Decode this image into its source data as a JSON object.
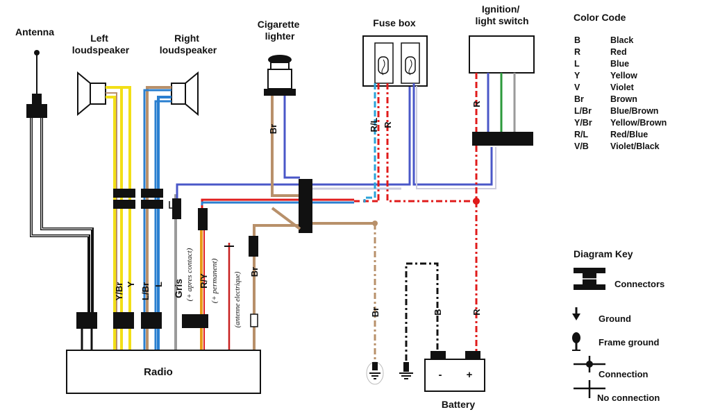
{
  "components": {
    "antenna": "Antenna",
    "left_speaker": [
      "Left",
      "loudspeaker"
    ],
    "right_speaker": [
      "Right",
      "loudspeaker"
    ],
    "cigarette_lighter": [
      "Cigarette",
      "lighter"
    ],
    "fuse_box": "Fuse box",
    "ignition_switch": [
      "Ignition/",
      "light switch"
    ],
    "radio": "Radio",
    "battery": "Battery",
    "battery_minus": "-",
    "battery_plus": "+"
  },
  "color_code": {
    "title": "Color Code",
    "entries": [
      {
        "code": "B",
        "name": "Black"
      },
      {
        "code": "R",
        "name": "Red"
      },
      {
        "code": "L",
        "name": "Blue"
      },
      {
        "code": "Y",
        "name": "Yellow"
      },
      {
        "code": "V",
        "name": "Violet"
      },
      {
        "code": "Br",
        "name": "Brown"
      },
      {
        "code": "L/Br",
        "name": "Blue/Brown"
      },
      {
        "code": "Y/Br",
        "name": "Yellow/Brown"
      },
      {
        "code": "R/L",
        "name": "Red/Blue"
      },
      {
        "code": "V/B",
        "name": "Violet/Black"
      }
    ]
  },
  "diagram_key": {
    "title": "Diagram Key",
    "connectors": "Connectors",
    "ground": "Ground",
    "frame_ground": "Frame ground",
    "connection": "Connection",
    "no_connection": "No connection"
  },
  "wire_labels": {
    "y_br": "Y/Br",
    "y": "Y",
    "l_br": "L/Br",
    "l": "L",
    "gris": "Gris",
    "apres_contact": "(+ apres contact)",
    "r_y": "R/Y",
    "permanent": "(+ permanent)",
    "antenne": "(antenne electrique)",
    "br_radio": "Br",
    "br_lighter": "Br",
    "r_l": "R/L",
    "r_fuse": "R",
    "r_switch": "R",
    "br_ground": "Br",
    "b_battery": "B",
    "r_battery": "R"
  },
  "wire_colors": {
    "black": "#1a1a1a",
    "red": "#e01b1b",
    "blue": "#2a7fd0",
    "violet": "#4a57c8",
    "yellow": "#f2df17",
    "brown": "#b8906a",
    "gray": "#9a9a9a",
    "green": "#2c9a3c"
  }
}
